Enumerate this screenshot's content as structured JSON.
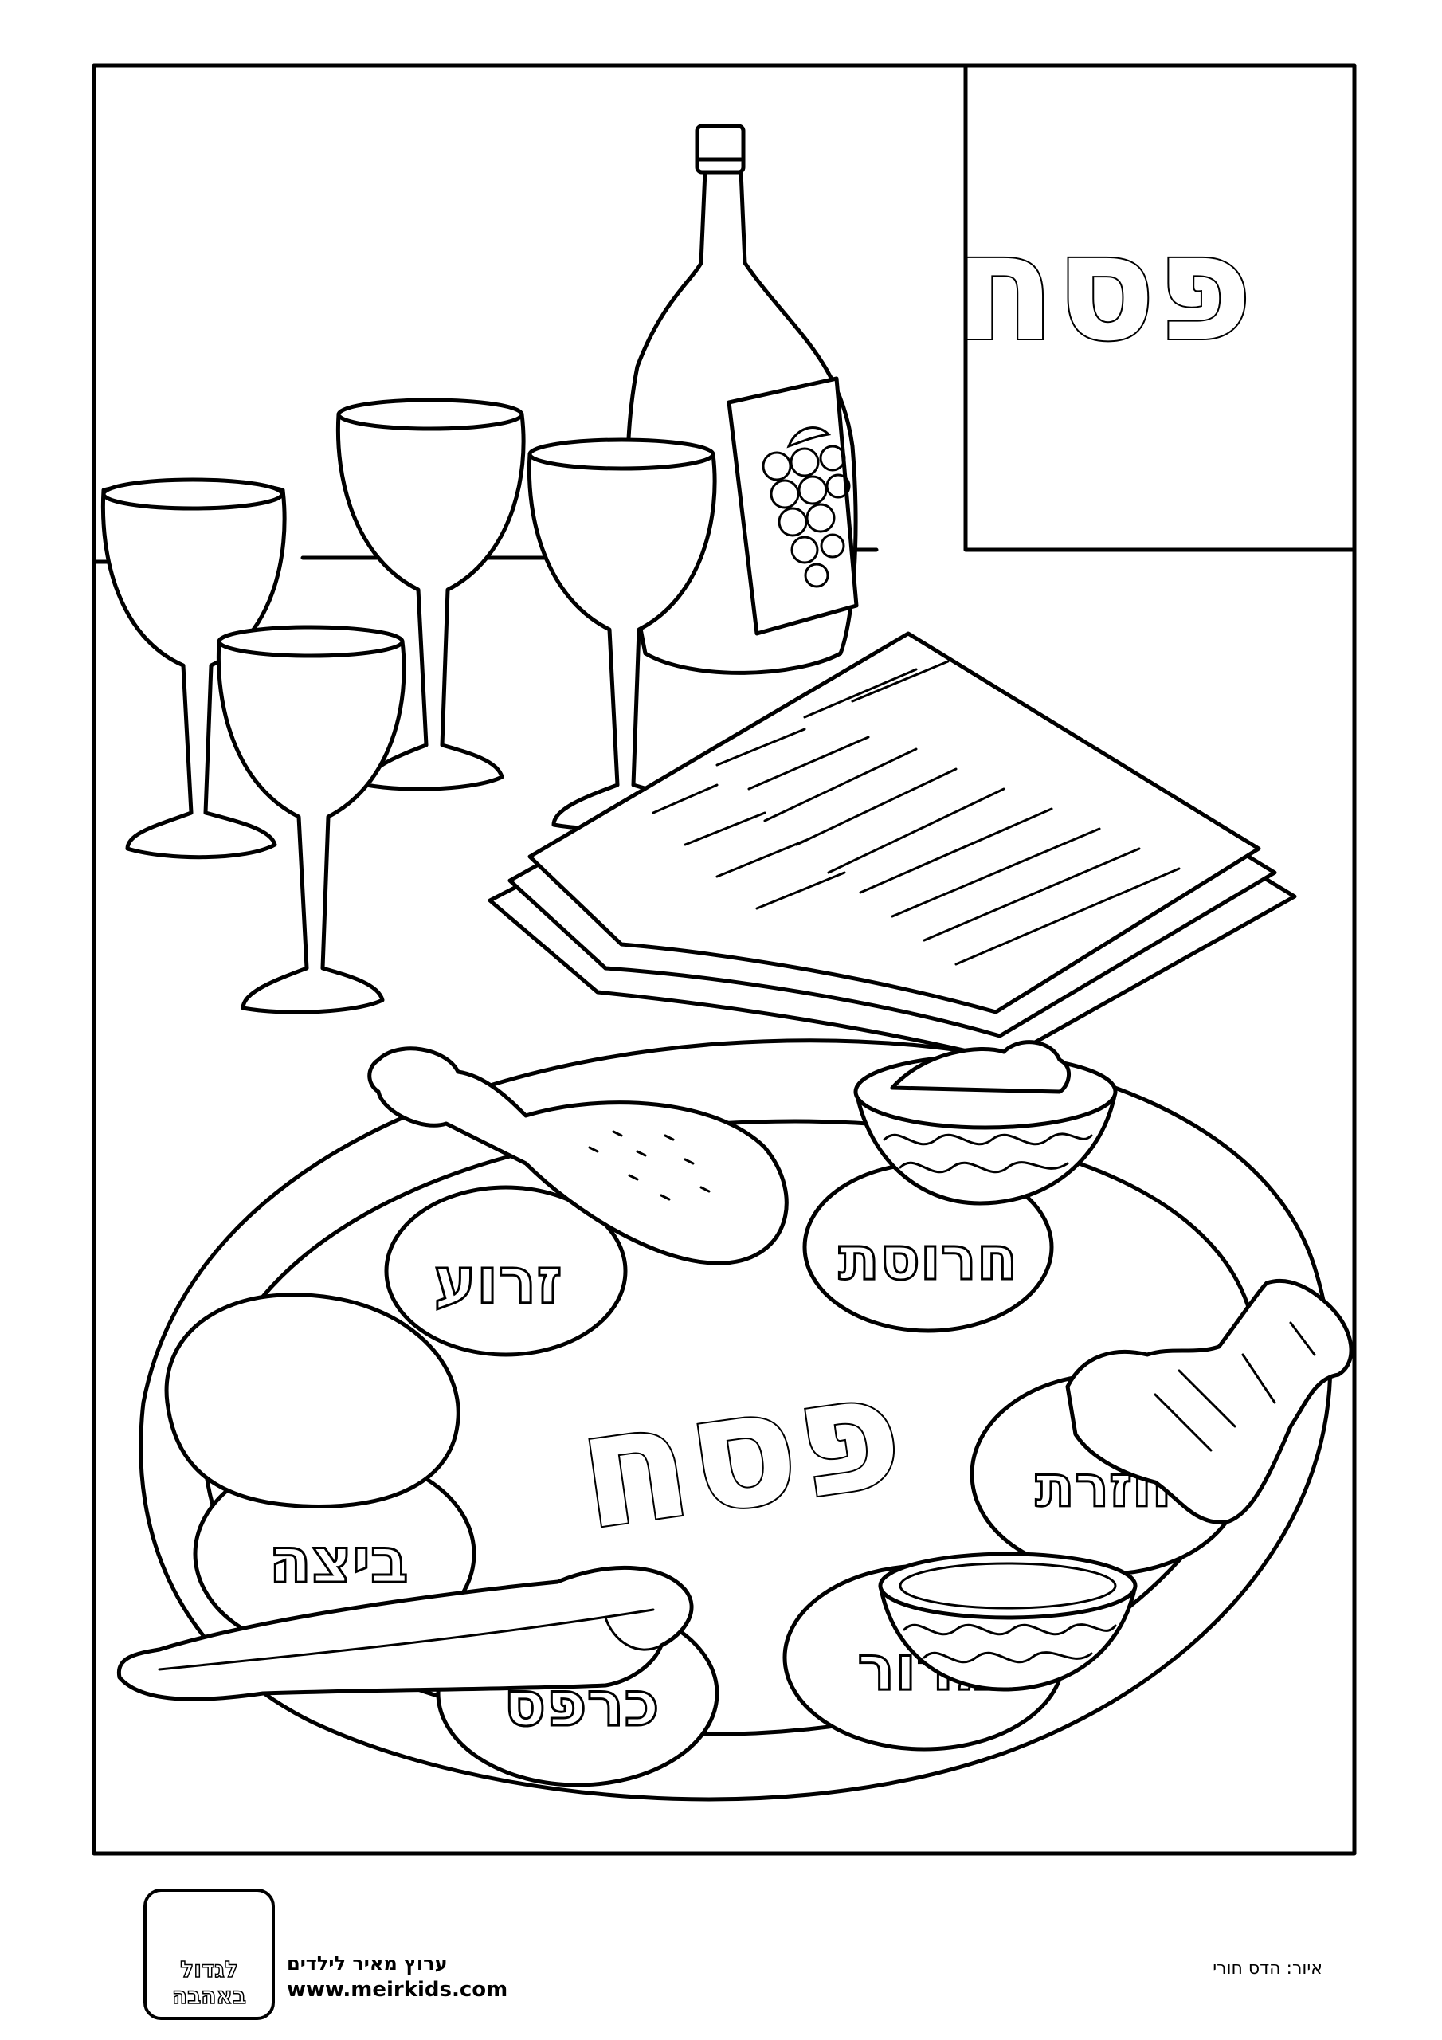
{
  "title": "פסח",
  "plate_title": "פסח",
  "plate_labels": {
    "zroa": "זרוע",
    "charoset": "חרוסת",
    "beitza": "ביצה",
    "chazeret": "חזרת",
    "karpas": "כרפס",
    "maror": "מרור"
  },
  "footer": {
    "credit": "איור: הדס חורי",
    "brand_line": "ערוץ מאיר לילדים",
    "brand_url": "www.meirkids.com",
    "logo_text": "לגדול באהבה"
  },
  "colors": {
    "ink": "#000000",
    "paper": "#ffffff"
  },
  "icons": [
    "wine-bottle-icon",
    "wine-goblet-icon",
    "matzah-icon",
    "seder-plate-icon",
    "chicken-leg-icon",
    "bowl-icon",
    "egg-icon",
    "lettuce-icon",
    "horseradish-icon",
    "logo-icon"
  ]
}
